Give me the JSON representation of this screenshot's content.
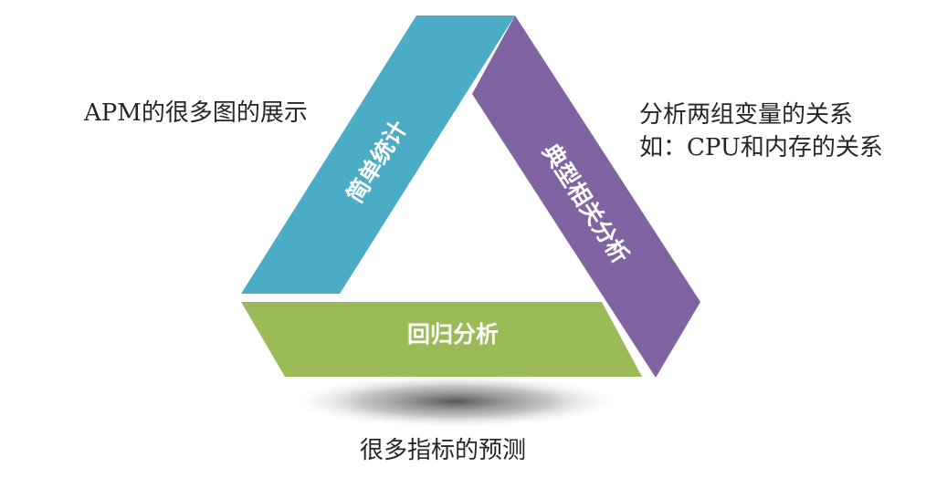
{
  "bands": {
    "left": {
      "label": "简单统计",
      "color": "#4bacc6"
    },
    "right": {
      "label": "典型相关分析",
      "color": "#8064a2"
    },
    "bottom": {
      "label": "回归分析",
      "color": "#9bbb59"
    }
  },
  "descriptions": {
    "left": [
      "APM的很多图的展示"
    ],
    "right": [
      "分析两组变量的关系",
      "如：CPU和内存的关系"
    ],
    "bottom": [
      "很多指标的预测"
    ]
  }
}
